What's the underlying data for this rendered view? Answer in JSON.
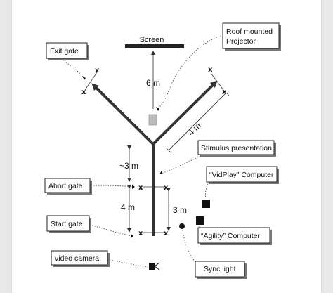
{
  "labels": {
    "screen": "Screen",
    "projector_line1": "Roof mounted",
    "projector_line2": "Projector",
    "exit_gate": "Exit gate",
    "stimulus": "Stimulus presentation",
    "vidplay": "“VidPlay” Computer",
    "abort_gate": "Abort gate",
    "start_gate": "Start gate",
    "agility": "“Agility” Computer",
    "video_camera": "video camera",
    "sync_light": "Sync light"
  },
  "dimensions": {
    "screen_distance": "6 m",
    "arm_length": "4 m",
    "upper_stem": "~3 m",
    "lower_stem": "4 m",
    "gate_spacing": "3 m"
  },
  "markers": {
    "gate": "x"
  },
  "colors": {
    "line": "#333333",
    "projector": "#bbbbbb",
    "computer": "#111111",
    "shadow": "#777777"
  }
}
